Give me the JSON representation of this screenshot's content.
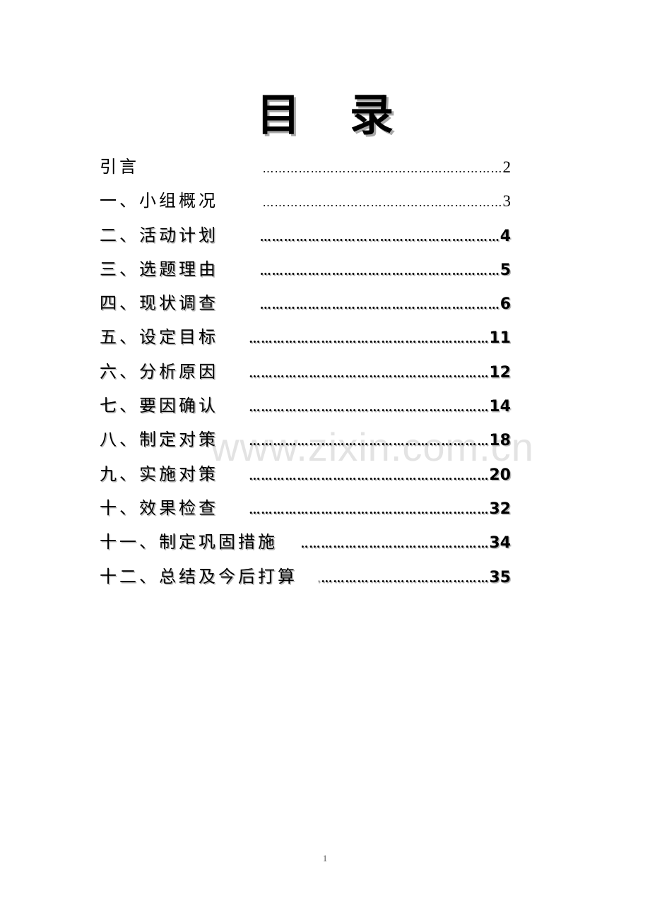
{
  "document": {
    "title_chars": [
      "目",
      "录"
    ],
    "watermark": "www.zixin.com.cn",
    "page_number": "1"
  },
  "toc": {
    "entries": [
      {
        "label": "引言",
        "page": "2",
        "leader": "……………………………………………………"
      },
      {
        "label": "一、小组概况",
        "page": "3",
        "leader": "……………………………………………………"
      },
      {
        "label": "二、活动计划",
        "page": "4",
        "leader": "……………………………………………………"
      },
      {
        "label": "三、选题理由",
        "page": "5",
        "leader": "……………………………………………………"
      },
      {
        "label": "四、现状调查",
        "page": "6",
        "leader": "……………………………………………………"
      },
      {
        "label": "五、设定目标",
        "page": "11",
        "leader": "……………………………………………………"
      },
      {
        "label": "六、分析原因",
        "page": "12",
        "leader": "……………………………………………………"
      },
      {
        "label": "七、要因确认",
        "page": "14",
        "leader": "……………………………………………………"
      },
      {
        "label": "八、制定对策",
        "page": "18",
        "leader": "……………………………………………………"
      },
      {
        "label": "九、实施对策",
        "page": "20",
        "leader": "……………………………………………………"
      },
      {
        "label": "十、效果检查",
        "page": "32",
        "leader": "……………………………………………………"
      },
      {
        "label": "十一、制定巩固措施",
        "page": "34",
        "leader": "……………………………………………………"
      },
      {
        "label": "十二、总结及今后打算",
        "page": "35",
        "leader": "……………………………………………………"
      }
    ]
  }
}
